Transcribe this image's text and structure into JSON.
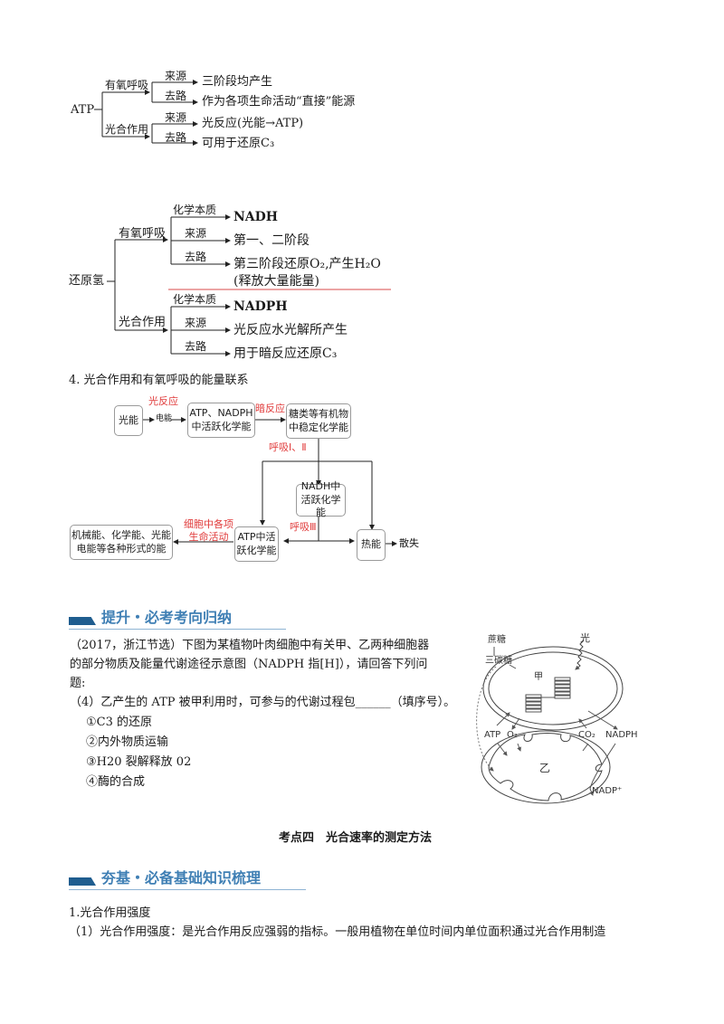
{
  "atp_diagram": {
    "root": "ATP",
    "branches": [
      {
        "label": "有氧呼吸",
        "items": [
          {
            "edge": "来源",
            "text": "三阶段均产生"
          },
          {
            "edge": "去路",
            "text": "作为各项生命活动“直接”能源"
          }
        ]
      },
      {
        "label": "光合作用",
        "items": [
          {
            "edge": "来源",
            "text": "光反应(光能→ATP)"
          },
          {
            "edge": "去路",
            "text": "可用于还原C₃"
          }
        ]
      }
    ]
  },
  "hydrogen_diagram": {
    "root": "还原氢",
    "branches": [
      {
        "label": "有氧呼吸",
        "items": [
          {
            "edge": "化学本质",
            "text": "NADH"
          },
          {
            "edge": "来源",
            "text": "第一、二阶段"
          },
          {
            "edge": "去路",
            "text": "第三阶段还原O₂,产生H₂O",
            "text2": "(释放大量能量)"
          }
        ]
      },
      {
        "label": "光合作用",
        "items": [
          {
            "edge": "化学本质",
            "text": "NADPH"
          },
          {
            "edge": "来源",
            "text": "光反应水光解所产生"
          },
          {
            "edge": "去路",
            "text": "用于暗反应还原C₃"
          }
        ]
      }
    ]
  },
  "energy_section": {
    "heading": "4. 光合作用和有氧呼吸的能量联系",
    "flow": {
      "light_energy": "光能",
      "light_reaction": "光反应",
      "electric_energy": "电能",
      "atp_nadph_1": "ATP、NADPH",
      "atp_nadph_2": "中活跃化学能",
      "dark_reaction": "暗反应",
      "sugar_1": "糖类等有机物",
      "sugar_2": "中稳定化学能",
      "resp_12": "呼吸Ⅰ、Ⅱ",
      "nadh_1": "NADH中",
      "nadh_2": "活跃化学能",
      "resp_3": "呼吸Ⅲ",
      "atp_1": "ATP中活",
      "atp_2": "跃化学能",
      "heat": "热能",
      "dissipate": "散失",
      "life_act_1": "细胞中各项",
      "life_act_2": "生命活动",
      "forms_1": "机械能、化学能、光能",
      "forms_2": "电能等各种形式的能"
    },
    "accent_color": "#e03a3a"
  },
  "section_improve": {
    "title": "提升・必考考向归纳",
    "bar_color": "#1f5d8f",
    "title_color": "#3f7fb4"
  },
  "question": {
    "lines": [
      "（2017，浙江节选）下图为某植物叶肉细胞中有关甲、乙两种细胞器",
      "的部分物质及能量代谢途径示意图（NADPH 指[H]），请回答下列问",
      "题:"
    ],
    "prompt": "（4）乙产生的 ATP 被甲利用时，可参与的代谢过程包______（填序号）。",
    "options": [
      "①C3 的还原",
      "②内外物质运输",
      "③H20 裂解释放 02",
      "④酶的合成"
    ]
  },
  "cell_diagram": {
    "sucrose": "蔗糖",
    "triose": "三碳糖",
    "light": "光",
    "organelle_a": "甲",
    "organelle_b": "乙",
    "atp": "ATP",
    "o2": "O₂",
    "co2": "CO₂",
    "nadph": "NADPH",
    "nadp": "NADP⁺"
  },
  "topic_title": "考点四　光合速率的测定方法",
  "section_basics": {
    "title": "夯基・必备基础知识梳理"
  },
  "body": {
    "item1_title": "1.光合作用强度",
    "item1_line1": "（1）光合作用强度：是光合作用反应强弱的指标。一般用植物在单位时间内单位面积通过光合作用制造"
  }
}
